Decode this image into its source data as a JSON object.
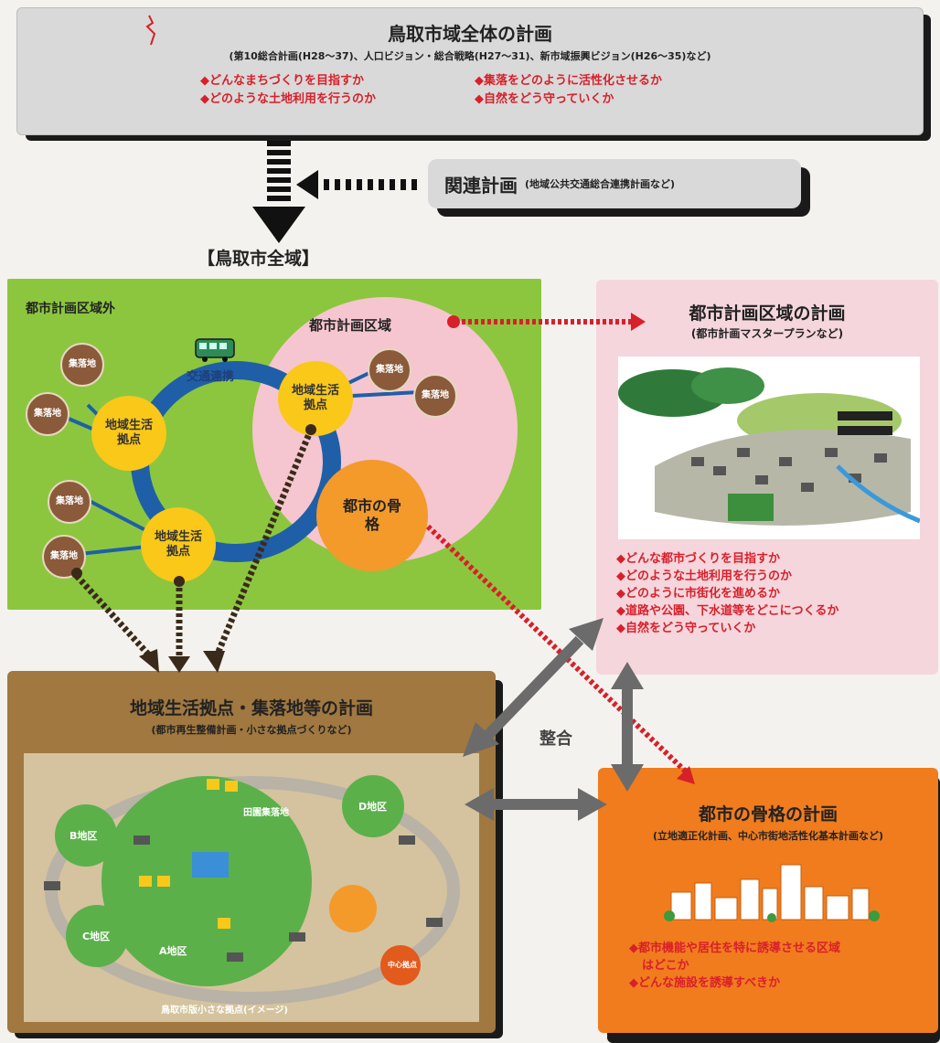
{
  "top": {
    "title": "鳥取市域全体の計画",
    "subtitle": "(第10総合計画(H28〜37)、人口ビジョン・総合戦略(H27〜31)、新市域振興ビジョン(H26〜35)など)",
    "bullets_left": [
      "◆どんなまちづくりを目指すか",
      "◆どのような土地利用を行うのか"
    ],
    "bullets_right": [
      "◆集落をどのように活性化させるか",
      "◆自然をどう守っていくか"
    ]
  },
  "related": {
    "title": "関連計画",
    "subtitle": "(地域公共交通総合連携計画など)"
  },
  "whole_city_label": "【鳥取市全域】",
  "map": {
    "outside_label": "都市計画区域外",
    "inside_label": "都市計画区域",
    "transit_label": "交通連携",
    "hub_label": "地域生活拠点",
    "village_label": "集落地",
    "core_label": "都市の骨格"
  },
  "urban_plan": {
    "title": "都市計画区域の計画",
    "subtitle": "(都市計画マスタープランなど)",
    "bullets": [
      "◆どんな都市づくりを目指すか",
      "◆どのような土地利用を行うのか",
      "◆どのように市街化を進めるか",
      "◆道路や公園、下水道等をどこにつくるか",
      "◆自然をどう守っていくか"
    ]
  },
  "local_plan": {
    "title": "地域生活拠点・集落地等の計画",
    "subtitle": "(都市再生整備計画・小さな拠点づくりなど)",
    "image_labels": {
      "district_a": "A地区",
      "district_b": "B地区",
      "district_c": "C地区",
      "district_d": "D地区",
      "rural": "田園集落地",
      "center": "中心拠点",
      "caption": "鳥取市版小さな拠点(イメージ)"
    }
  },
  "coordination_label": "整合",
  "core_plan": {
    "title": "都市の骨格の計画",
    "subtitle": "(立地適正化計画、中心市街地活性化基本計画など)",
    "bullets": [
      "◆都市機能や居住を特に誘導させる区域",
      "はどこか",
      "◆どんな施設を誘導すべきか"
    ]
  },
  "colors": {
    "top_box": "#d9d9d9",
    "map_green": "#8cc63f",
    "pink_zone": "#f5c6cf",
    "core_orange": "#f39a2b",
    "hub_yellow": "#f9c818",
    "village_brown": "#8a5a3a",
    "transit_blue": "#1f5fa8",
    "local_box": "#a07840",
    "core_box": "#f07c1e",
    "accent_red": "#d8202a"
  }
}
